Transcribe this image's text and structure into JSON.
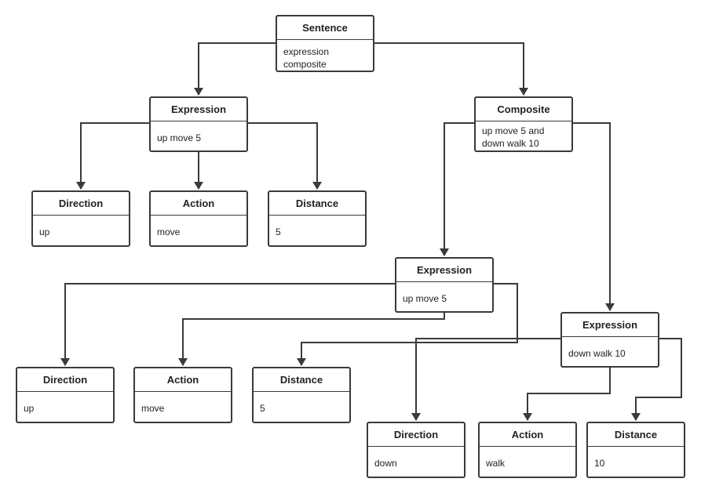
{
  "colors": {
    "line": "#3a3a3a",
    "border": "#3a3a3a",
    "background": "#ffffff"
  },
  "nodes": {
    "sentence": {
      "title": "Sentence",
      "body": "expression\ncomposite"
    },
    "expression_a": {
      "title": "Expression",
      "body": "up move 5"
    },
    "composite": {
      "title": "Composite",
      "body": "up move 5 and\ndown walk 10"
    },
    "direction_a": {
      "title": "Direction",
      "body": "up"
    },
    "action_a": {
      "title": "Action",
      "body": "move"
    },
    "distance_a": {
      "title": "Distance",
      "body": "5"
    },
    "expression_b": {
      "title": "Expression",
      "body": "up move 5"
    },
    "expression_c": {
      "title": "Expression",
      "body": "down walk 10"
    },
    "direction_b": {
      "title": "Direction",
      "body": "up"
    },
    "action_b": {
      "title": "Action",
      "body": "move"
    },
    "distance_b": {
      "title": "Distance",
      "body": "5"
    },
    "direction_c": {
      "title": "Direction",
      "body": "down"
    },
    "action_c": {
      "title": "Action",
      "body": "walk"
    },
    "distance_c": {
      "title": "Distance",
      "body": "10"
    }
  },
  "edges": [
    {
      "from": "sentence",
      "to": "expression_a"
    },
    {
      "from": "sentence",
      "to": "composite"
    },
    {
      "from": "expression_a",
      "to": "direction_a"
    },
    {
      "from": "expression_a",
      "to": "action_a"
    },
    {
      "from": "expression_a",
      "to": "distance_a"
    },
    {
      "from": "composite",
      "to": "expression_b"
    },
    {
      "from": "composite",
      "to": "expression_c"
    },
    {
      "from": "expression_b",
      "to": "direction_b"
    },
    {
      "from": "expression_b",
      "to": "action_b"
    },
    {
      "from": "expression_b",
      "to": "distance_b"
    },
    {
      "from": "expression_c",
      "to": "direction_c"
    },
    {
      "from": "expression_c",
      "to": "action_c"
    },
    {
      "from": "expression_c",
      "to": "distance_c"
    }
  ]
}
